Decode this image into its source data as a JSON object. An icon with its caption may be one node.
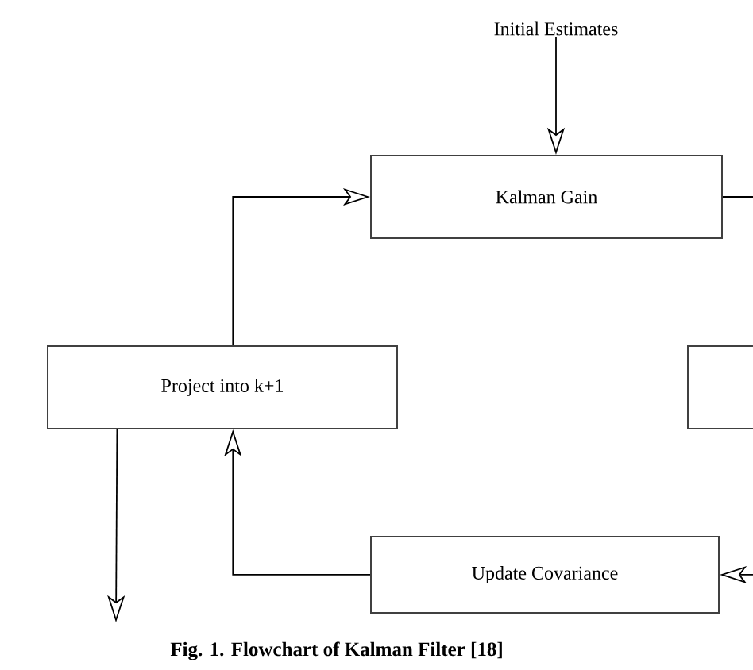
{
  "diagram": {
    "caption": "Fig. 1. Flowchart of Kalman Filter [18]",
    "nodes": [
      {
        "text": [
          "Initial Estimates"
        ]
      },
      {
        "text": [
          "Kalman Gain"
        ]
      },
      {
        "text": [
          "Project into k+1"
        ]
      },
      {
        "text": [],
        "shape": "box"
      },
      {
        "text": [
          "Update Covariance"
        ]
      }
    ],
    "edges": [
      {
        "from": 0,
        "to": 1,
        "arrow": "to"
      },
      {
        "from": 2,
        "to": 1,
        "arrow": "to"
      },
      {
        "from": 4,
        "to": 2,
        "arrow": "to"
      },
      {
        "from": 2,
        "to": null,
        "arrow": "to"
      },
      {
        "from": 1,
        "to": null,
        "arrow": "none"
      },
      {
        "from": null,
        "to": 4,
        "arrow": "to"
      }
    ]
  }
}
